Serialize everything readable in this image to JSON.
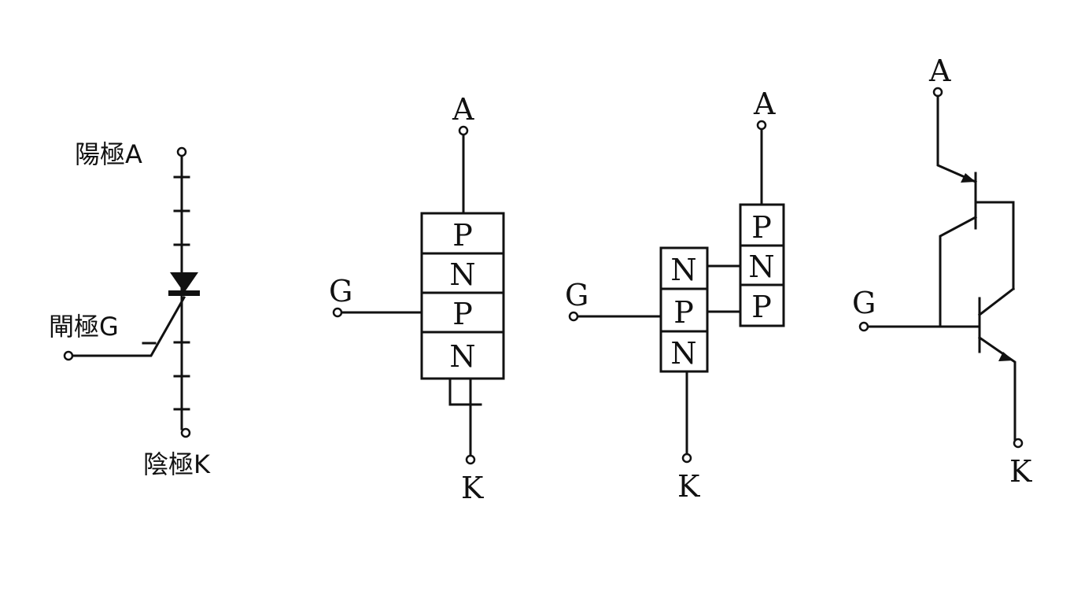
{
  "colors": {
    "ink": "#111111",
    "background": "#ffffff"
  },
  "symbol": {
    "anode_label": "陽極A",
    "gate_label": "閘極G",
    "cathode_label": "陰極K"
  },
  "layers4": {
    "anode": "A",
    "gate": "G",
    "cathode": "K",
    "layers": [
      "P",
      "N",
      "P",
      "N"
    ]
  },
  "split": {
    "anode": "A",
    "gate": "G",
    "cathode": "K",
    "left_layers": [
      "N",
      "P",
      "N"
    ],
    "right_layers": [
      "P",
      "N",
      "P"
    ]
  },
  "transistor": {
    "anode": "A",
    "gate": "G",
    "cathode": "K"
  }
}
